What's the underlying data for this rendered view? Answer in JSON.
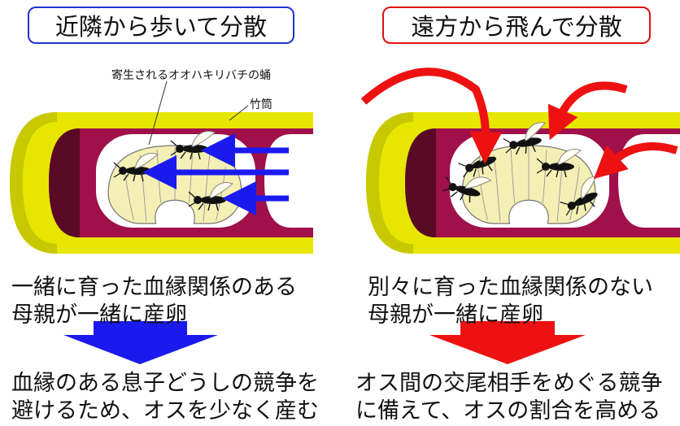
{
  "left_panel": {
    "title": "近隣から歩いて分散",
    "pupa_label": "寄生されるオオハキリバチの蛹",
    "tube_label": "竹筒",
    "line1": "一緒に育った血縁関係のある",
    "line2": "母親が一緒に産卵",
    "result1": "血縁のある息子どうしの競争を",
    "result2": "避けるため、オスを少なく産む",
    "accent_color": "#1a1aee"
  },
  "right_panel": {
    "title": "遠方から飛んで分散",
    "line1": "別々に育った血縁関係のない",
    "line2": "母親が一緒に産卵",
    "result1": "オス間の交尾相手をめぐる競争",
    "result2": "に備えて、オスの割合を高める",
    "accent_color": "#ee1111"
  },
  "colors": {
    "bamboo": "#e6e600",
    "bamboo_dark": "#c8c800",
    "nest_wall": "#a0104a",
    "pupa": "#f4efb4"
  }
}
